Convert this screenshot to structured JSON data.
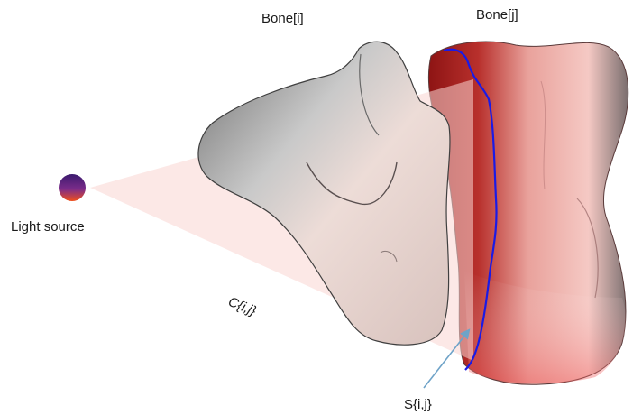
{
  "labels": {
    "bone_i": "Bone[i]",
    "bone_j": "Bone[j]",
    "light_source": "Light source",
    "cone": "C{i,j}",
    "silhouette": "S{i,j}"
  },
  "colors": {
    "bone_i_shade": "#7d7d7d",
    "bone_i_lit": "#f1dad4",
    "bone_j_dark": "#9c1c1c",
    "bone_j_light": "#f4c6c2",
    "cone_fill": "#f9d6d1",
    "silhouette_line": "#1a1ae6",
    "arrow": "#6fa3c8",
    "light_top": "#4a1c7a",
    "light_bottom": "#e8401a"
  }
}
